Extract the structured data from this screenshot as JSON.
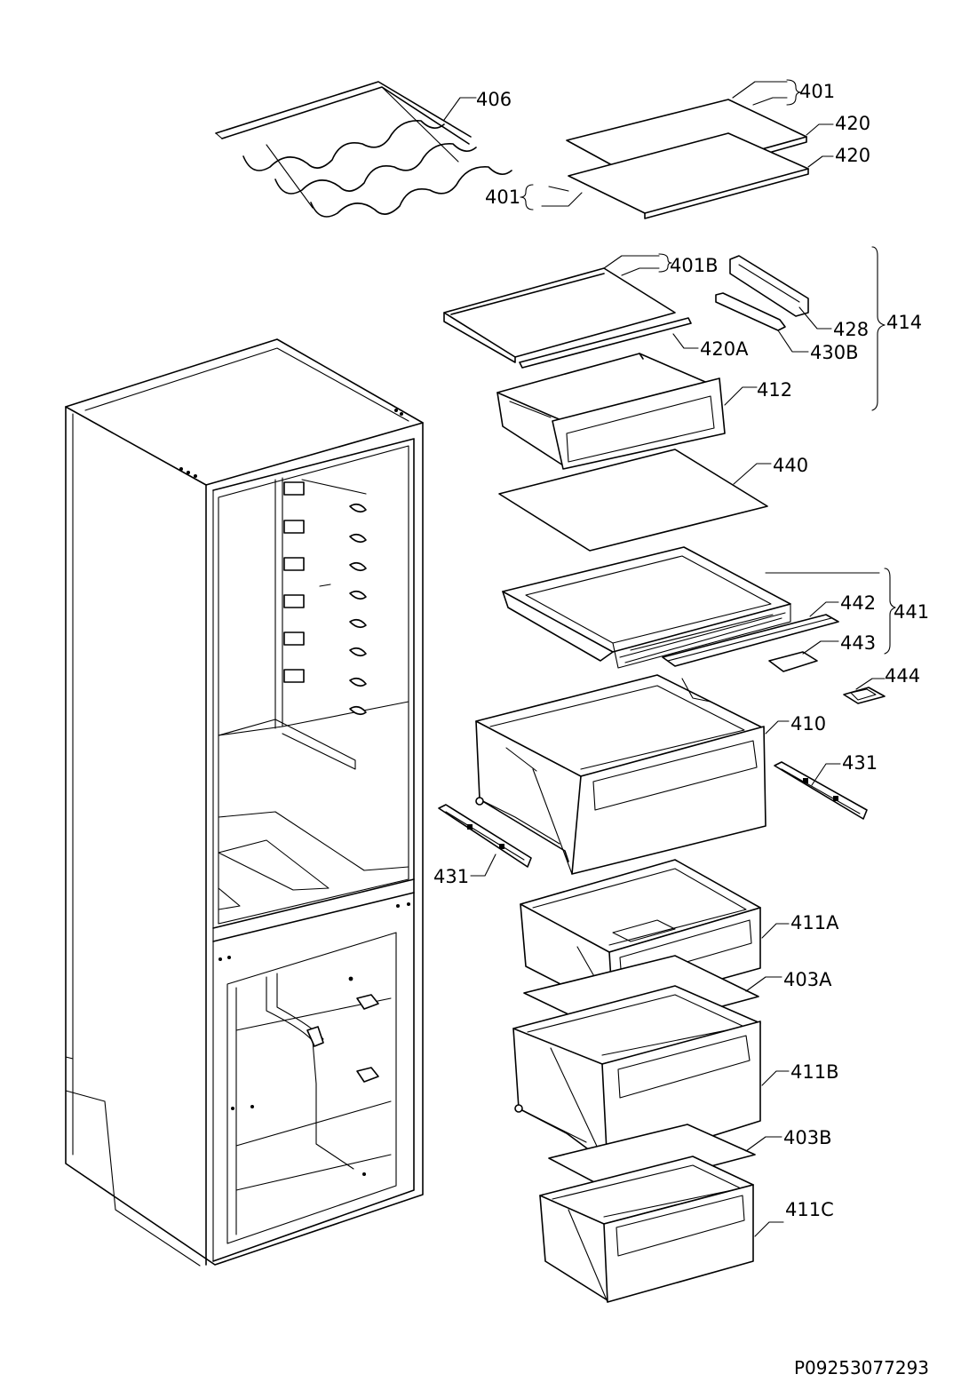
{
  "drawing_code": "P09253077293",
  "labels": {
    "l406": "406",
    "l401_top": "401",
    "l420_a": "420",
    "l420_b": "420",
    "l401_left": "401",
    "l401B": "401B",
    "l428": "428",
    "l430B": "430B",
    "l414": "414",
    "l420A": "420A",
    "l412": "412",
    "l440": "440",
    "l442": "442",
    "l441": "441",
    "l443": "443",
    "l444": "444",
    "l410": "410",
    "l431_right": "431",
    "l431_left": "431",
    "l411A": "411A",
    "l403A": "403A",
    "l411B": "411B",
    "l403B": "403B",
    "l411C": "411C"
  }
}
